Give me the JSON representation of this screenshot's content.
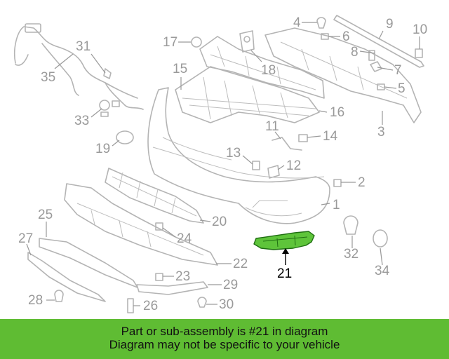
{
  "diagram": {
    "highlighted_part": "21",
    "callouts": [
      "1",
      "2",
      "3",
      "4",
      "5",
      "6",
      "7",
      "8",
      "9",
      "10",
      "11",
      "12",
      "13",
      "14",
      "15",
      "16",
      "17",
      "18",
      "19",
      "20",
      "21",
      "22",
      "23",
      "24",
      "25",
      "26",
      "27",
      "28",
      "29",
      "30",
      "31",
      "32",
      "33",
      "34",
      "35"
    ],
    "colors": {
      "highlight_fill": "#5ec43a",
      "highlight_stroke": "#1f6e12",
      "line_art": "#b4b4b4",
      "callout_text": "#9a9a9a"
    }
  },
  "banner": {
    "line1": "Part or sub-assembly is #21 in diagram",
    "line2": "Diagram may not be specific to your vehicle",
    "background": "#5fbc33"
  }
}
